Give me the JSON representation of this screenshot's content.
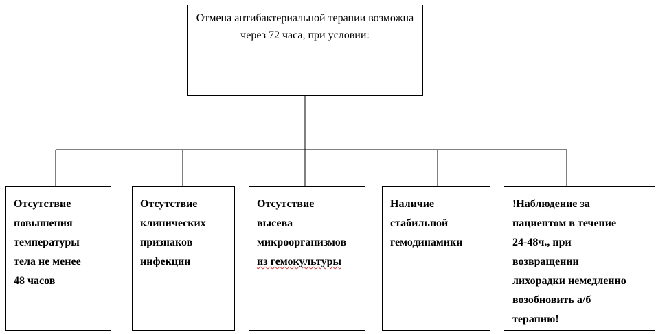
{
  "root": {
    "text": "Отмена антибактериальной терапии возможна через 72 часа, при условии:"
  },
  "conditions": [
    {
      "text": "Отсутствие\nповышения\nтемпературы\nтела не менее\n48 часов"
    },
    {
      "text": "Отсутствие\nклинических\nпризнаков\nинфекции"
    },
    {
      "text_main": "Отсутствие\nвысева\nмикроорганизмов\n",
      "text_marked": "из гемокультуры"
    },
    {
      "text": "Наличие\nстабильной\nгемодинамики"
    },
    {
      "text": "!Наблюдение за\nпациентом в течение\n24-48ч., при\nвозвращении\nлихорадки немедленно\nвозобновить а/б\nтерапию!"
    }
  ]
}
